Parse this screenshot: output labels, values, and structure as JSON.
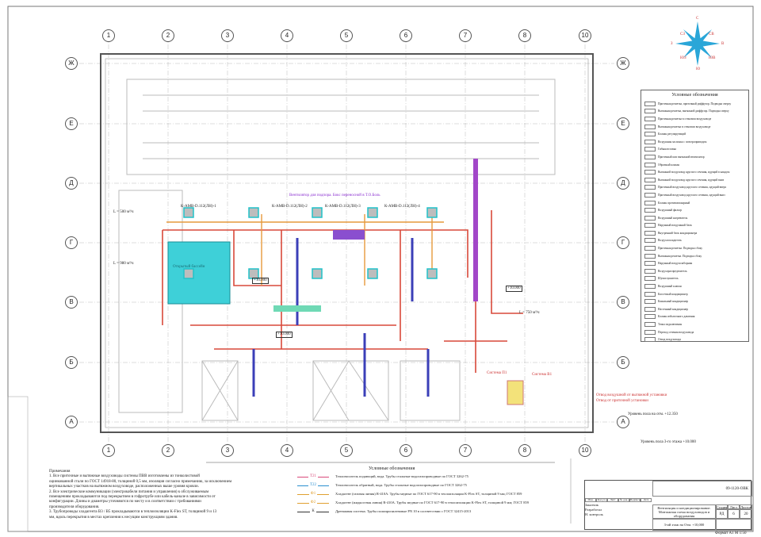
{
  "drawing": {
    "axes_columns": [
      "1",
      "2",
      "3",
      "4",
      "5",
      "6",
      "7",
      "8",
      "10"
    ],
    "axes_rows": [
      "Ж",
      "Е",
      "Д",
      "Г",
      "В",
      "Б",
      "А"
    ],
    "pool_label": "Открытый бассейн",
    "labels": {
      "unit1": "К-АМВ-D.112(ЛН)-1",
      "unit2": "К-АМВ-D.112(ЛН)-2",
      "unit3": "К-АМВ-D.112(ЛН)-3",
      "unit4": "К-АМВ-D.112(ЛН)-4",
      "vent_note": "Вентилятор для подпора. Бокс переносной в Т.О.Боль",
      "flow1": "L = 500 м³/ч",
      "flow2": "L = 980 м³/ч",
      "flow3": "L = 750 м³/ч",
      "mark1": "+10.000",
      "mark2": "+10.000",
      "mark3": "+10.000",
      "system1": "Система П1",
      "system2": "Система В1",
      "note_red1": "Отвод воздушной от вытяжной установки",
      "note_red2": "Отвод от приточной установки",
      "elev1": "Уровень пола на отм. +12.350",
      "elev2": "Уровень пола 3-го этажа +10.000"
    },
    "colors": {
      "duct_supply": "#d9493a",
      "duct_exhaust": "#3b3fb8",
      "duct_outdoor": "#e69a3c",
      "pool": "#3ed0d8",
      "purple": "#a247c8",
      "compass": "#2aa6d8"
    }
  },
  "compass": {
    "n": "С",
    "ne": "СВ",
    "e": "В",
    "se": "ЮВ",
    "s": "Ю",
    "sw": "ЮЗ",
    "w": "З",
    "nw": "СЗ"
  },
  "legend": {
    "title": "Условные обозначения",
    "items": [
      "Приточная решетка, приточный диффузор. Подводка сверху",
      "Вытяжная решетка, вытяжной диффузор. Подводка сверху",
      "Приточная решетка в стеновом воздуховоде",
      "Вытяжная решетка в стеновом воздуховоде",
      "Клапан регулирующий",
      "Воздушная заслонка с электроприводом",
      "Гибкая вставка",
      "Приточный или вытяжной вентилятор",
      "Обратный клапан",
      "Вытяжной воздуховод круглого сечения, идущий в каждом",
      "Вытяжной воздуховод круглого сечения, идущий вниз",
      "Приточный воздуховод круглого сечения, идущий вверх",
      "Приточный воздуховод круглого сечения, идущий вниз",
      "Клапан противопожарный",
      "Воздушный фильтр",
      "Воздушный нагреватель",
      "Наружный воздушный блок",
      "Внутренний блок кондиционера",
      "Воздухоохладитель",
      "Приточная решетка. Подводка сбоку",
      "Вытяжная решетка. Подводка сбоку",
      "Наружный воздухозаборник",
      "Воздухораспределитель",
      "Шумоглушитель",
      "Воздушный клапан",
      "Кассетный кондиционер",
      "Канальный кондиционер",
      "Настенный кондиционер",
      "Клапан избыточного давления",
      "Точка подключения",
      "Переход сечения воздуховода",
      "Отвод воздуховода"
    ]
  },
  "notes": {
    "title": "Примечания",
    "lines": [
      "1. Все приточные и вытяжные воздуховоды системы ПВВ изготовлены из тонколистовой",
      "оцинкованной стали по ГОСТ 14918-80, толщиной 0,5 мм, изоляция согласно примечанию, за исключением",
      "вертикальных участков на вытяжном воздуховоде, расположенных выше уровня кровли.",
      "2. Все электрические коммуникации (электрокабели питания и управления) к обслуживаемым",
      "помещениям прокладываются под перекрытием в гофротрубе или кабель-канале в зависимости от",
      "конфигурации. Длины и диаметры уточняются по месту и в соответствии с требованиями",
      "производителя оборудования.",
      "3. Трубопроводы хладагента В3 / В5 прокладываются в теплоизоляции K-Flex ST, толщиной 9 и 13",
      "мм, вдоль перекрытия в местах крепления к несущим конструкциям здания."
    ]
  },
  "pipe_legend": {
    "title": "Условные обозначения",
    "rows": [
      {
        "code": "Т21",
        "color": "#d94a7a",
        "text": "Теплоноситель подающий, вода. Трубы стальные водогазопроводные по ГОСТ 3262-75"
      },
      {
        "code": "Т22",
        "color": "#2a8fd0",
        "text": "Теплоноситель обратный, вода. Трубы стальные водогазопроводные по ГОСТ 3262-75"
      },
      {
        "code": "Ф1",
        "color": "#e0a030",
        "text": "Хладагент (газовая линия) R-410A. Трубы медные по ГОСТ 617-90 в теплоизоляции K-Flex ST, толщиной 9 мм; ГОСТ 859"
      },
      {
        "code": "Ф2",
        "color": "#e0a030",
        "text": "Хладагент (жидкостная линия) R-410A. Трубы медные по ГОСТ 617-90 в теплоизоляции K-Flex ST, толщиной 9 мм; ГОСТ 859"
      },
      {
        "code": "К",
        "color": "#333333",
        "text": "Дренажная система. Трубы полипропиленовые PN 10 в соответствии с ГОСТ 32415-2013"
      }
    ]
  },
  "title_block": {
    "doc_code": "09-1120-ОВК",
    "title": "Вентиляция и кондиционирование. Монтажная схема воздуховодов и оборудования",
    "subtitle": "3-ий этаж на Отм. +10,000",
    "stage_h": "Стадия",
    "sheet_h": "Лист",
    "sheets_h": "Листов",
    "stage": "РД",
    "sheet": "6",
    "sheets": "20",
    "col_heads": [
      "Изм.",
      "Кол.уч.",
      "Лист",
      "№ док.",
      "Подпись",
      "Дата"
    ],
    "roles": [
      "Заказчик",
      "Разработал",
      "Н. контроль"
    ],
    "format": "Формат А1  М 1:50"
  }
}
